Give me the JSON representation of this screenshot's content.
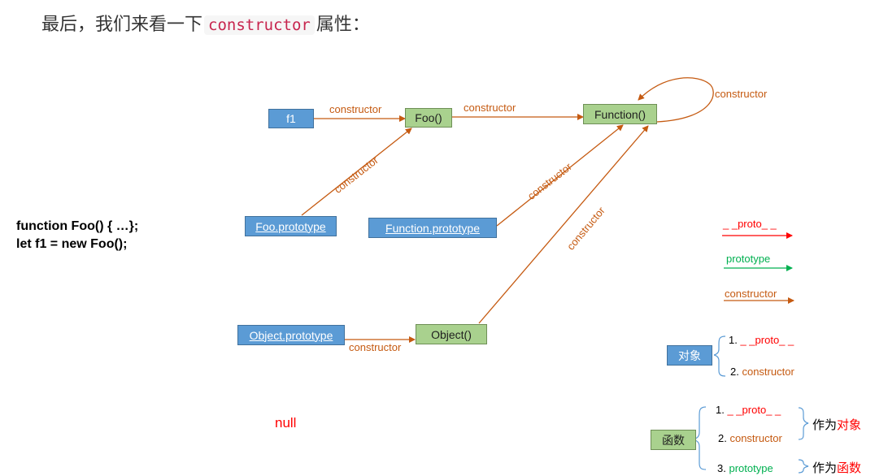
{
  "heading": {
    "prefix": "最后，我们来看一下",
    "code": "constructor",
    "suffix": "属性："
  },
  "code_snippet": {
    "line1": "function Foo() { …};",
    "line2": "let f1 = new Foo();"
  },
  "nodes": {
    "f1": "f1",
    "foo": "Foo()",
    "function": "Function()",
    "foo_prototype": "Foo.prototype",
    "function_prototype": "Function.prototype",
    "object_prototype": "Object.prototype",
    "object": "Object()"
  },
  "edge_label": "constructor",
  "null_label": "null",
  "legend": {
    "proto": "_ _proto_ _",
    "prototype": "prototype",
    "constructor": "constructor"
  },
  "object_box": {
    "label": "对象",
    "items": [
      {
        "num": "1.",
        "text": "_ _proto_ _"
      },
      {
        "num": "2.",
        "text": "constructor"
      }
    ]
  },
  "function_box": {
    "label": "函数",
    "items": [
      {
        "num": "1.",
        "text": "_ _proto_ _"
      },
      {
        "num": "2.",
        "text": "constructor"
      },
      {
        "num": "3.",
        "text": "prototype"
      }
    ],
    "as_object_prefix": "作为",
    "as_object": "对象",
    "as_function_prefix": "作为",
    "as_function": "函数"
  },
  "colors": {
    "proto": "#ff0000",
    "prototype": "#00b050",
    "constructor": "#c55a11",
    "node_blue": "#5b9bd5",
    "node_green": "#a9d18e"
  }
}
